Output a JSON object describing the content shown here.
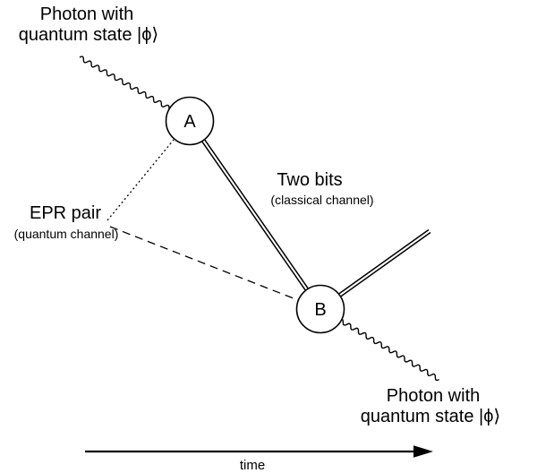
{
  "labels": {
    "top_photon": {
      "line1": "Photon with",
      "line2": "quantum state |ϕ⟩"
    },
    "bottom_photon": {
      "line1": "Photon with",
      "line2": "quantum state |ϕ⟩"
    },
    "node_a": "A",
    "node_b": "B",
    "two_bits": {
      "line1": "Two bits",
      "line2": "(classical channel)"
    },
    "epr_pair": {
      "line1": "EPR pair",
      "line2": "(quantum channel)"
    },
    "time_axis": "time"
  },
  "colors": {
    "ink": "#000000",
    "background": "#ffffff"
  }
}
